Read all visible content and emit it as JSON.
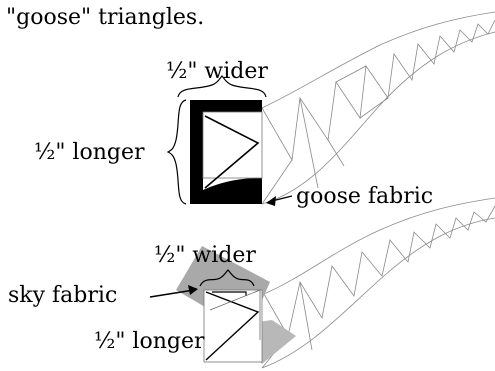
{
  "caption_fragment": "\"goose\" triangles.",
  "upper_diagram": {
    "width_label": "½\" wider",
    "length_label": "½\" longer",
    "fabric_label": "goose fabric"
  },
  "lower_diagram": {
    "width_label": "½\" wider",
    "length_label": "½\" longer",
    "fabric_label": "sky fabric"
  }
}
